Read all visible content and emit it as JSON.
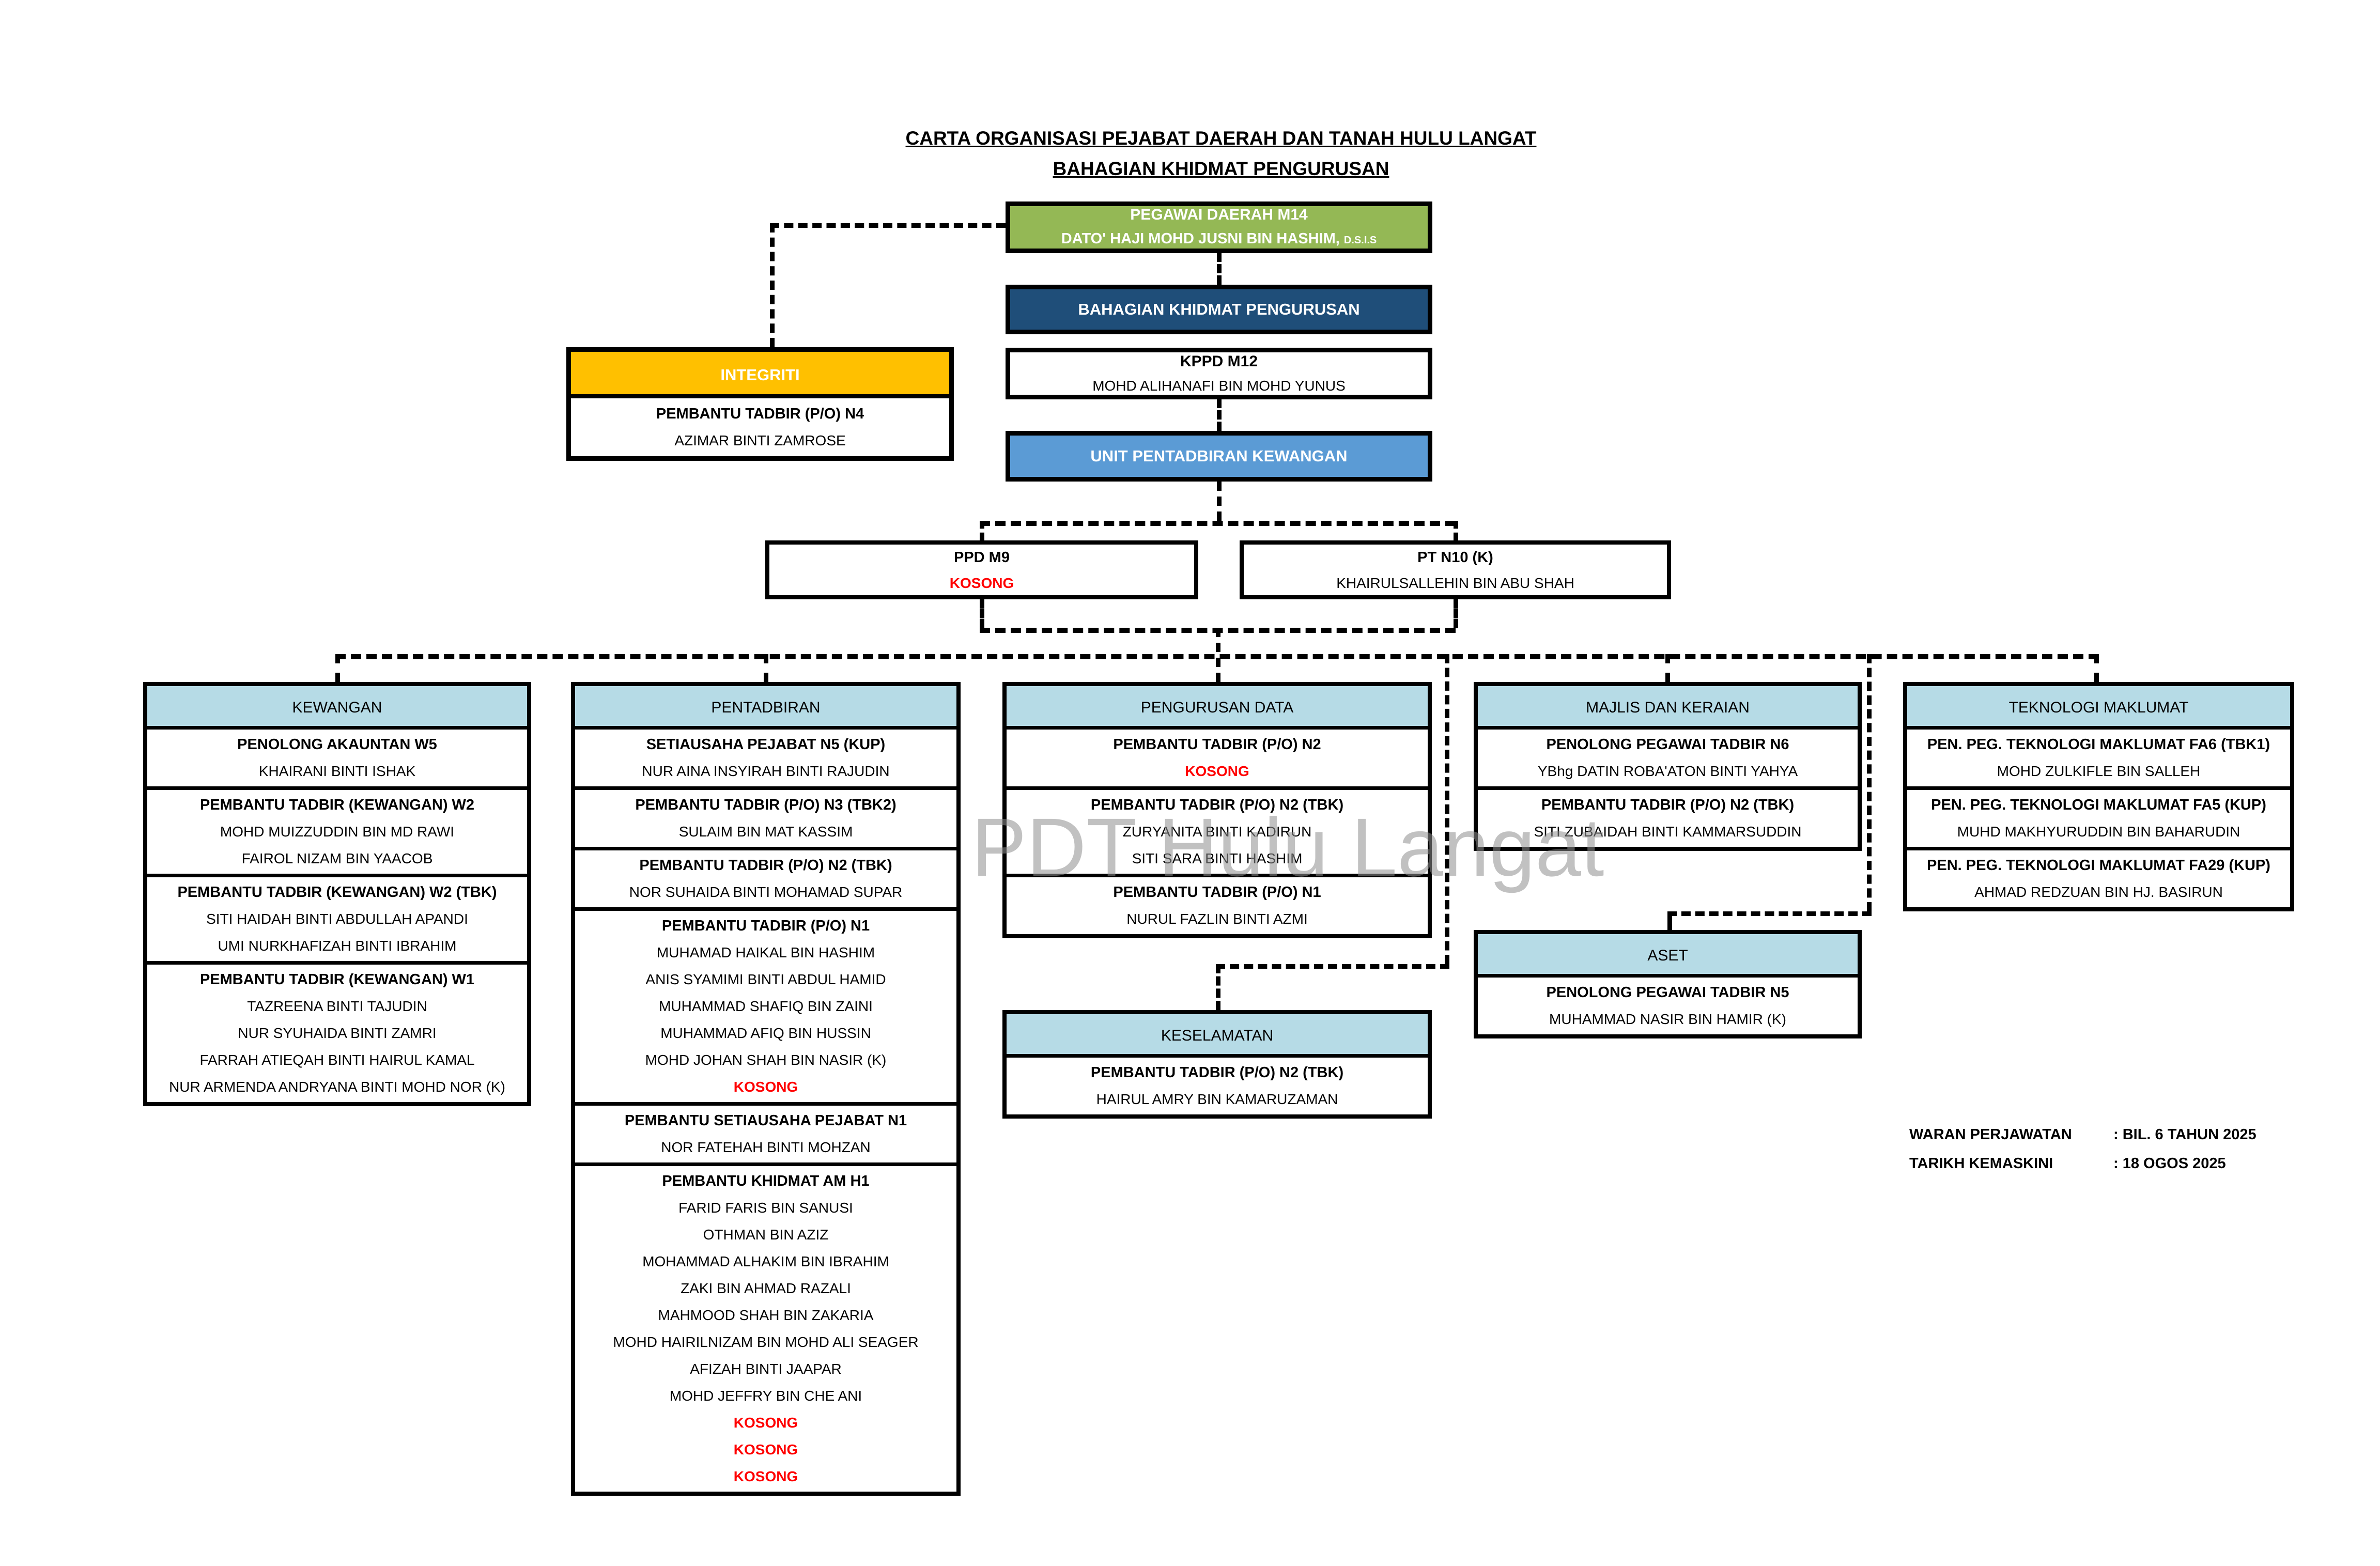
{
  "title": {
    "line1": "CARTA ORGANISASI PEJABAT DAERAH DAN TANAH HULU LANGAT",
    "line2": "BAHAGIAN KHIDMAT PENGURUSAN"
  },
  "watermark": "PDT Hulu Langat",
  "vacant_text": "KOSONG",
  "colors": {
    "green": "#94B855",
    "dark_blue": "#1F4E79",
    "mid_blue": "#5B9BD5",
    "light_blue": "#B6DBE6",
    "orange": "#FFC000",
    "vacant_red": "#FF0000"
  },
  "org": {
    "pegawai_daerah": {
      "role": "PEGAWAI DAERAH M14",
      "name": "DATO' HAJI MOHD JUSNI BIN HASHIM,",
      "honorific": "D.S.I.S"
    },
    "bahagian": {
      "label": "BAHAGIAN KHIDMAT PENGURUSAN"
    },
    "kppd": {
      "role": "KPPD M12",
      "name": "MOHD ALIHANAFI BIN MOHD YUNUS"
    },
    "integriti": {
      "header": "INTEGRITI",
      "role": "PEMBANTU TADBIR (P/O) N4",
      "name": "AZIMAR BINTI ZAMROSE"
    },
    "unit": {
      "label": "UNIT PENTADBIRAN KEWANGAN"
    },
    "ppd": {
      "role": "PPD M9",
      "members": [
        "KOSONG"
      ]
    },
    "pt": {
      "role": "PT N10 (K)",
      "members": [
        "KHAIRULSALLEHIN BIN ABU SHAH"
      ]
    }
  },
  "columns": [
    {
      "id": "kewangan",
      "header": "KEWANGAN",
      "sections": [
        {
          "role": "PENOLONG AKAUNTAN W5",
          "members": [
            "KHAIRANI BINTI ISHAK"
          ]
        },
        {
          "role": "PEMBANTU TADBIR (KEWANGAN) W2",
          "members": [
            "MOHD MUIZZUDDIN BIN MD RAWI",
            "FAIROL NIZAM BIN YAACOB"
          ]
        },
        {
          "role": "PEMBANTU TADBIR (KEWANGAN) W2 (TBK)",
          "members": [
            "SITI HAIDAH BINTI ABDULLAH APANDI",
            "UMI NURKHAFIZAH BINTI IBRAHIM"
          ]
        },
        {
          "role": "PEMBANTU TADBIR (KEWANGAN) W1",
          "members": [
            "TAZREENA BINTI TAJUDIN",
            "NUR SYUHAIDA BINTI ZAMRI",
            "FARRAH ATIEQAH BINTI HAIRUL KAMAL",
            "NUR ARMENDA ANDRYANA BINTI MOHD NOR (K)"
          ]
        }
      ]
    },
    {
      "id": "pentadbiran",
      "header": "PENTADBIRAN",
      "sections": [
        {
          "role": "SETIAUSAHA PEJABAT N5 (KUP)",
          "members": [
            "NUR AINA INSYIRAH BINTI RAJUDIN"
          ]
        },
        {
          "role": "PEMBANTU TADBIR (P/O) N3 (TBK2)",
          "members": [
            "SULAIM BIN MAT KASSIM"
          ]
        },
        {
          "role": "PEMBANTU TADBIR (P/O) N2 (TBK)",
          "members": [
            "NOR SUHAIDA BINTI MOHAMAD SUPAR"
          ]
        },
        {
          "role": "PEMBANTU TADBIR (P/O) N1",
          "members": [
            "MUHAMAD HAIKAL BIN HASHIM",
            "ANIS SYAMIMI BINTI ABDUL HAMID",
            "MUHAMMAD SHAFIQ BIN ZAINI",
            "MUHAMMAD AFIQ BIN HUSSIN",
            "MOHD JOHAN SHAH BIN NASIR (K)",
            "KOSONG"
          ]
        },
        {
          "role": "PEMBANTU SETIAUSAHA PEJABAT N1",
          "members": [
            "NOR FATEHAH BINTI MOHZAN"
          ]
        },
        {
          "role": "PEMBANTU KHIDMAT AM H1",
          "members": [
            "FARID FARIS BIN SANUSI",
            "OTHMAN BIN AZIZ",
            "MOHAMMAD ALHAKIM BIN IBRAHIM",
            "ZAKI BIN AHMAD RAZALI",
            "MAHMOOD SHAH BIN ZAKARIA",
            "MOHD HAIRILNIZAM BIN MOHD ALI SEAGER",
            "AFIZAH BINTI JAAPAR",
            "MOHD JEFFRY BIN CHE ANI",
            "KOSONG",
            "KOSONG",
            "KOSONG"
          ]
        }
      ]
    },
    {
      "id": "pengurusan-data",
      "header": "PENGURUSAN DATA",
      "sections": [
        {
          "role": "PEMBANTU TADBIR (P/O) N2",
          "members": [
            "KOSONG"
          ]
        },
        {
          "role": "PEMBANTU TADBIR (P/O) N2 (TBK)",
          "members": [
            "ZURYANITA BINTI KADIRUN",
            "SITI SARA BINTI HASHIM"
          ]
        },
        {
          "role": "PEMBANTU TADBIR (P/O) N1",
          "members": [
            "NURUL FAZLIN BINTI AZMI"
          ]
        }
      ]
    },
    {
      "id": "majlis-dan-keraian",
      "header": "MAJLIS DAN KERAIAN",
      "sections": [
        {
          "role": "PENOLONG PEGAWAI TADBIR N6",
          "members": [
            "YBhg DATIN ROBA'ATON BINTI YAHYA"
          ]
        },
        {
          "role": "PEMBANTU TADBIR (P/O) N2 (TBK)",
          "members": [
            "SITI ZUBAIDAH BINTI KAMMARSUDDIN"
          ]
        }
      ]
    },
    {
      "id": "teknologi-maklumat",
      "header": "TEKNOLOGI MAKLUMAT",
      "sections": [
        {
          "role": "PEN. PEG. TEKNOLOGI MAKLUMAT FA6 (TBK1)",
          "members": [
            "MOHD ZULKIFLE BIN SALLEH"
          ]
        },
        {
          "role": "PEN. PEG. TEKNOLOGI MAKLUMAT FA5 (KUP)",
          "members": [
            "MUHD MAKHYURUDDIN BIN BAHARUDIN"
          ]
        },
        {
          "role": "PEN. PEG. TEKNOLOGI MAKLUMAT FA29 (KUP)",
          "members": [
            "AHMAD REDZUAN BIN HJ. BASIRUN"
          ]
        }
      ]
    }
  ],
  "aset": {
    "header": "ASET",
    "sections": [
      {
        "role": "PENOLONG PEGAWAI TADBIR N5",
        "members": [
          "MUHAMMAD NASIR BIN HAMIR (K)"
        ]
      }
    ]
  },
  "keselamatan": {
    "header": "KESELAMATAN",
    "sections": [
      {
        "role": "PEMBANTU TADBIR (P/O) N2 (TBK)",
        "members": [
          "HAIRUL AMRY BIN KAMARUZAMAN"
        ]
      }
    ]
  },
  "footer": {
    "rows": [
      {
        "label": "WARAN PERJAWATAN",
        "value": ": BIL. 6 TAHUN 2025"
      },
      {
        "label": "TARIKH KEMASKINI",
        "value": ": 18 OGOS 2025"
      }
    ]
  }
}
